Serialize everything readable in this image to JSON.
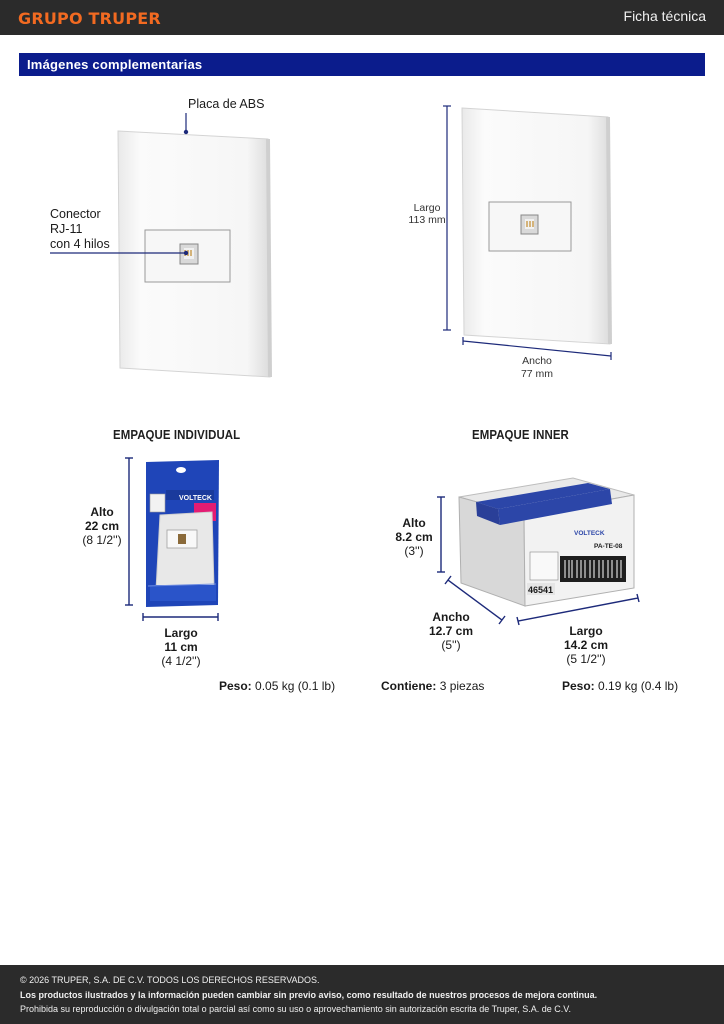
{
  "header": {
    "brand": "GRUPO TRUPER",
    "doc_type": "Ficha técnica"
  },
  "section": {
    "title": "Imágenes complementarias"
  },
  "product": {
    "plate_label": "Placa de ABS",
    "connector_label_lines": [
      "Conector",
      "RJ-11",
      "con 4 hilos"
    ],
    "length_label": "Largo",
    "length_value": "113 mm",
    "width_label": "Ancho",
    "width_value": "77 mm"
  },
  "individual": {
    "heading": "EMPAQUE INDIVIDUAL",
    "height_label": "Alto",
    "height_cm": "22 cm",
    "height_in": "(8 1/2'')",
    "length_label": "Largo",
    "length_cm": "11 cm",
    "length_in": "(4 1/2'')",
    "weight_label": "Peso:",
    "weight_value": "0.05 kg (0.1 lb)",
    "pack_brand": "VOLTECK"
  },
  "inner": {
    "heading": "EMPAQUE INNER",
    "height_label": "Alto",
    "height_cm": "8.2 cm",
    "height_in": "(3'')",
    "width_label": "Ancho",
    "width_cm": "12.7 cm",
    "width_in": "(5'')",
    "length_label": "Largo",
    "length_cm": "14.2 cm",
    "length_in": "(5 1/2'')",
    "contains_label": "Contiene:",
    "contains_value": "3 piezas",
    "weight_label": "Peso:",
    "weight_value": "0.19 kg (0.4 lb)",
    "box_code": "46541",
    "box_brand": "VOLTECK",
    "box_model": "PA-TE-08"
  },
  "footer": {
    "copyright": "© 2026 TRUPER, S.A. DE C.V. TODOS LOS DERECHOS RESERVADOS.",
    "notice": "Los productos ilustrados y la información pueden cambiar sin previo aviso, como resultado de nuestros procesos de mejora continua.",
    "prohibition": "Prohibida su reproducción o divulgación total o parcial así como su uso o aprovechamiento sin autorización escrita de Truper, S.A. de C.V."
  },
  "colors": {
    "brand_orange": "#f26a21",
    "section_blue": "#0b1c8c",
    "dimension_line": "#1d2a7a",
    "dark_bar": "#2b2b2b"
  }
}
